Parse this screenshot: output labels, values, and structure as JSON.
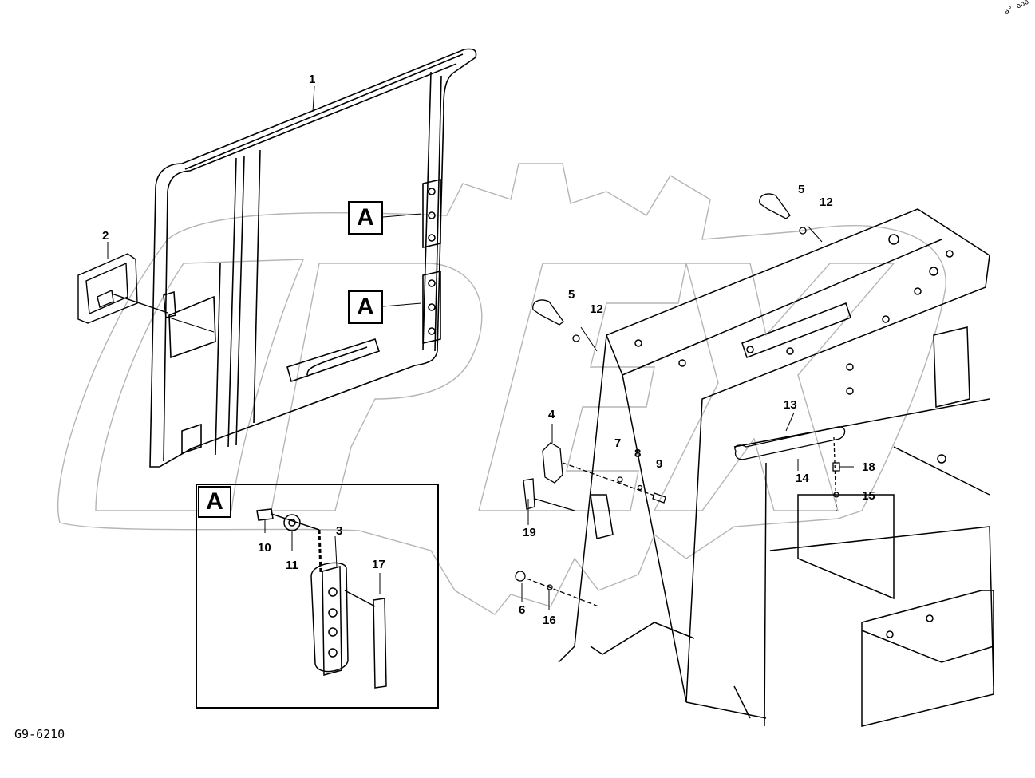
{
  "drawing": {
    "drawing_id": "G9-6210",
    "watermark_text": "OPEX",
    "corner_mark": "a° ooo",
    "view_label": "A"
  },
  "callouts": {
    "c1": "1",
    "c2": "2",
    "c3": "3",
    "c4": "4",
    "c5a": "5",
    "c5b": "5",
    "c6": "6",
    "c7": "7",
    "c8": "8",
    "c9": "9",
    "c10": "10",
    "c11": "11",
    "c12a": "12",
    "c12b": "12",
    "c13": "13",
    "c14": "14",
    "c15": "15",
    "c16": "16",
    "c17": "17",
    "c18": "18",
    "c19": "19"
  }
}
